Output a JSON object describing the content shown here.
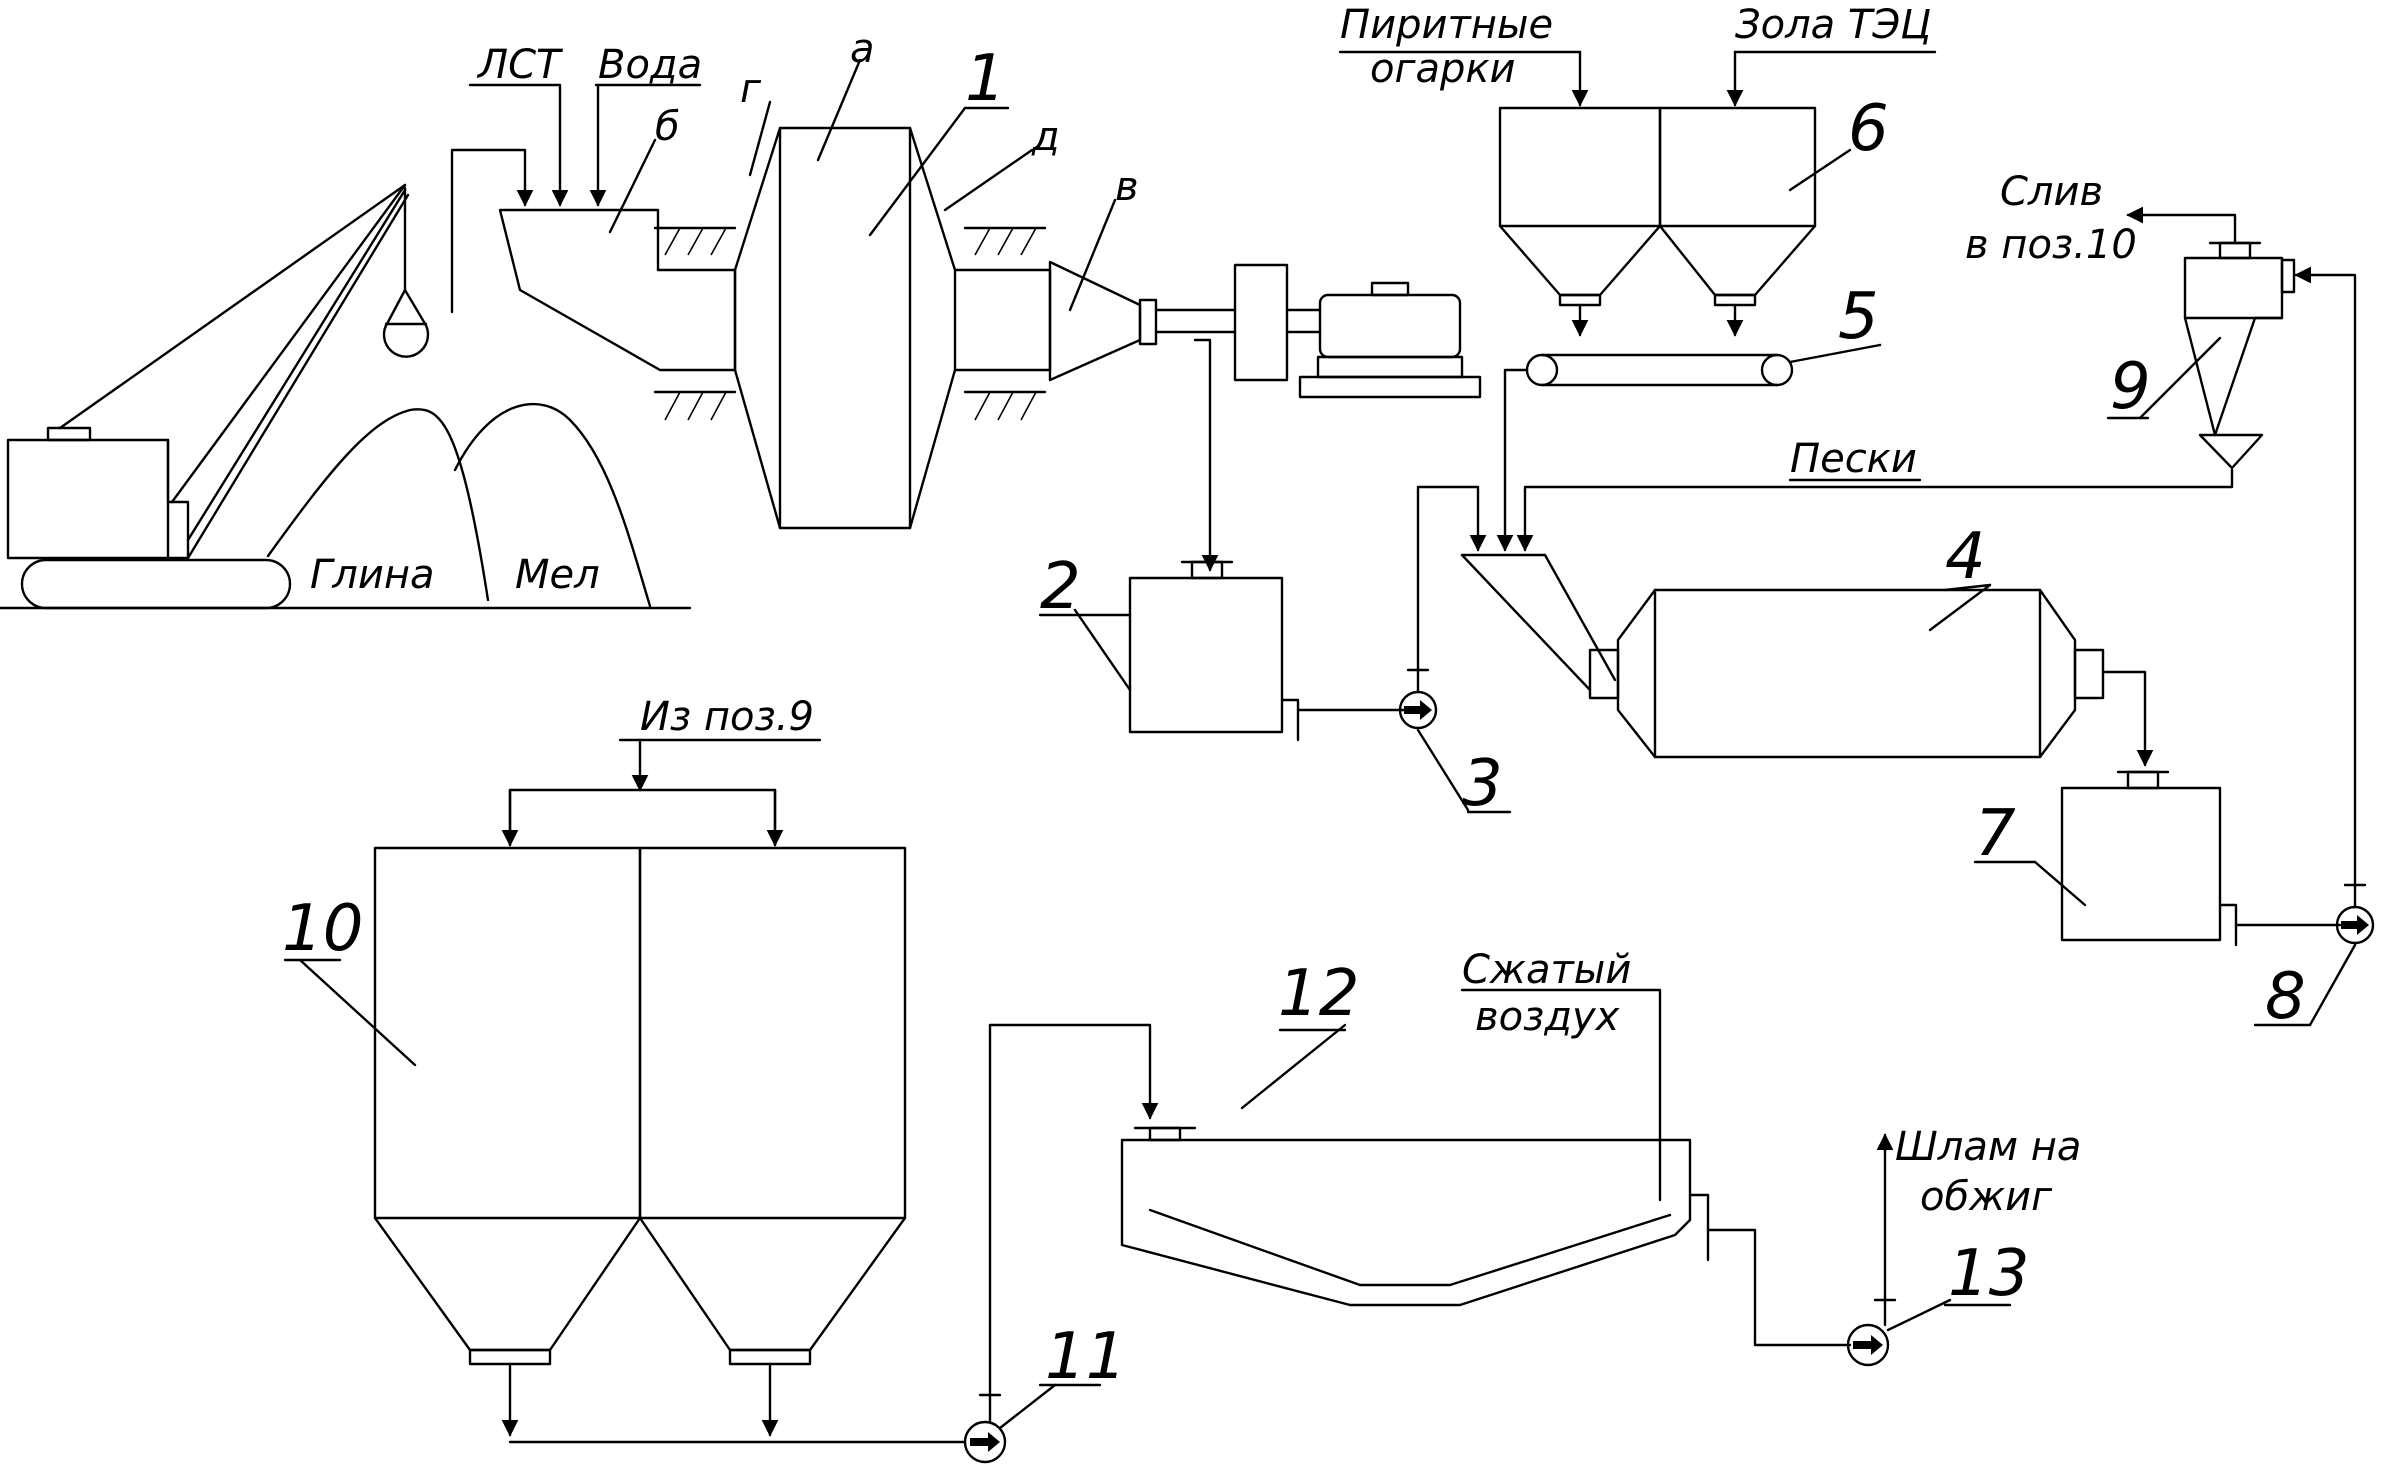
{
  "labels": {
    "lst": "ЛСТ",
    "voda": "Вода",
    "glina": "Глина",
    "mel": "Мел",
    "piritnye_1": "Пиритные",
    "piritnye_2": "огарки",
    "zola": "Зола ТЭЦ",
    "sliv_1": "Слив",
    "sliv_2": "в поз.10",
    "peski": "Пески",
    "iz_poz9": "Из поз.9",
    "szhatyy_1": "Сжатый",
    "szhatyy_2": "воздух",
    "shlam_1": "Шлам на",
    "shlam_2": "обжиг"
  },
  "letters": {
    "a": "а",
    "b": "б",
    "v": "в",
    "g": "г",
    "d": "д"
  },
  "positions": {
    "p1": "1",
    "p2": "2",
    "p3": "3",
    "p4": "4",
    "p5": "5",
    "p6": "6",
    "p7": "7",
    "p8": "8",
    "p9": "9",
    "p10": "10",
    "p11": "11",
    "p12": "12",
    "p13": "13"
  }
}
